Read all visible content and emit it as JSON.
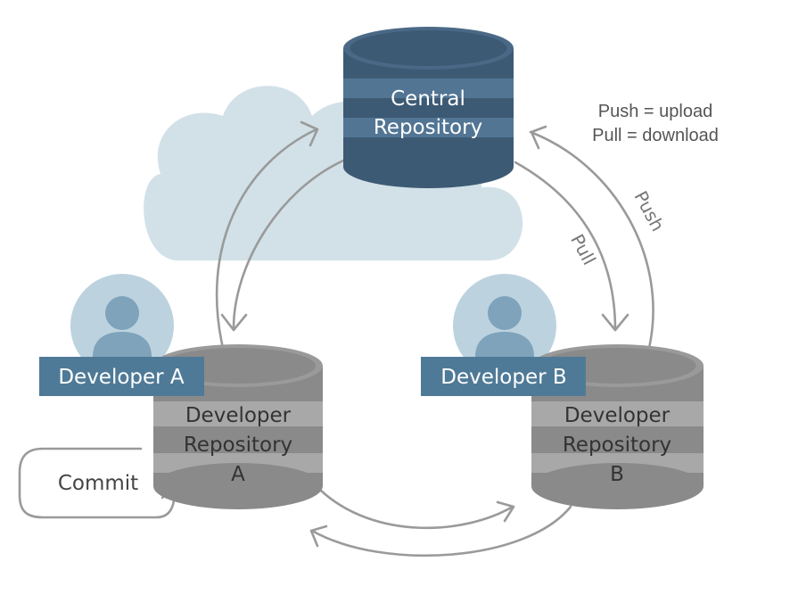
{
  "legend": {
    "line1": "Push = upload",
    "line2": "Pull = download"
  },
  "central_repo": {
    "line1": "Central",
    "line2": "Repository"
  },
  "developer_a": {
    "badge": "Developer A",
    "repo_line1": "Developer",
    "repo_line2": "Repository",
    "repo_line3": "A"
  },
  "developer_b": {
    "badge": "Developer B",
    "repo_line1": "Developer",
    "repo_line2": "Repository",
    "repo_line3": "B"
  },
  "arrows": {
    "pull": "Pull",
    "push": "Push",
    "commit": "Commit"
  },
  "colors": {
    "cloud": "#d2e1e8",
    "central_dark": "#3d5a74",
    "central_light": "#527594",
    "dev_dark": "#8a8a8a",
    "dev_light": "#a8a8a8",
    "badge": "#4f7a97",
    "avatar_bg": "#bcd3df",
    "avatar_fg": "#7ea3bb",
    "arrow": "#9a9a9a"
  }
}
